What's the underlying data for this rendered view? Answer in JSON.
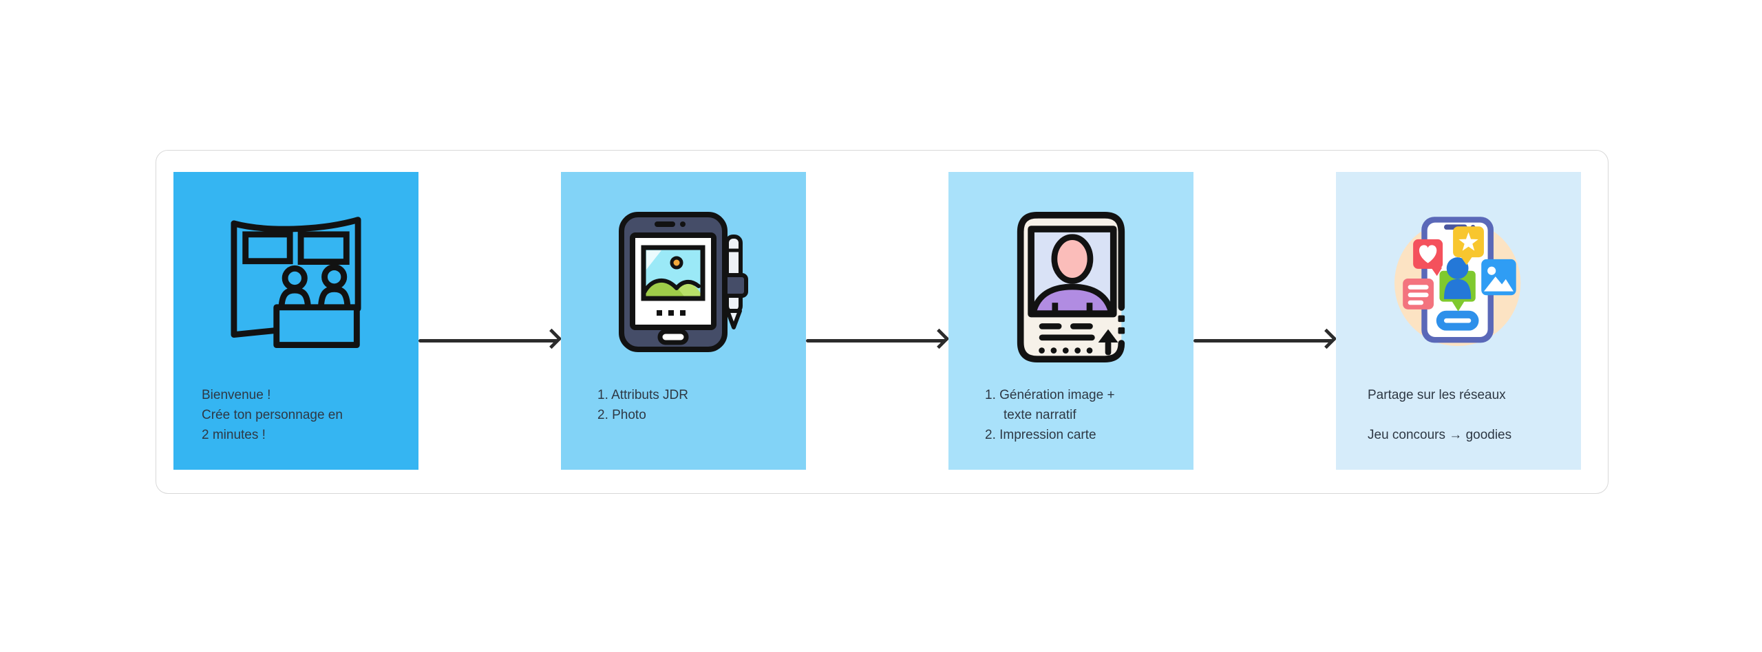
{
  "diagram": {
    "panel": {
      "background": "#ffffff",
      "border_color": "#d8d8d8"
    },
    "arrow_color": "#2c2c2c",
    "text_color": "#2e3844",
    "cards": [
      {
        "step": 1,
        "bg": "#35b5f2",
        "icon": "booth-icon",
        "lines": [
          "Bienvenue !",
          "Crée ton personnage en",
          "2 minutes !"
        ]
      },
      {
        "step": 2,
        "bg": "#82d3f7",
        "icon": "tablet-photo-icon",
        "lines": [
          "1. Attributs JDR",
          "2. Photo"
        ]
      },
      {
        "step": 3,
        "bg": "#a9e1fa",
        "icon": "character-card-icon",
        "lines": [
          "1. Génération image +",
          "texte narratif",
          "2. Impression carte"
        ]
      },
      {
        "step": 4,
        "bg": "#d6ecfa",
        "icon": "social-share-icon",
        "lines": [
          "Partage sur les réseaux",
          "Jeu concours → goodies"
        ]
      }
    ]
  }
}
